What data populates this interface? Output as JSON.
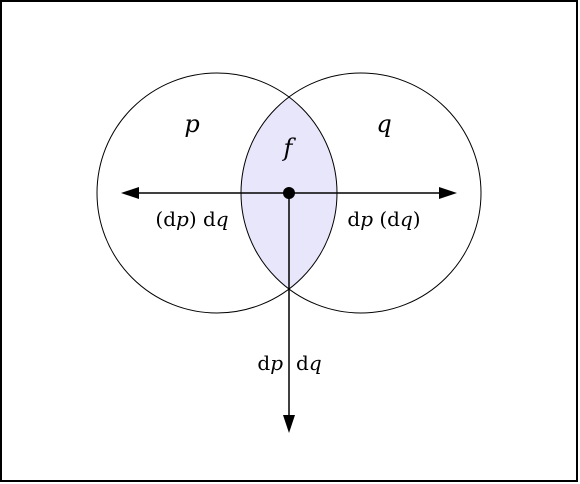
{
  "colors": {
    "frame": "#000000",
    "circle_stroke": "#000000",
    "lens_fill": "#e8e6fb",
    "arrow": "#000000",
    "background": "#ffffff"
  },
  "labels": {
    "p": "p",
    "q": "q",
    "f": "f"
  },
  "arrows": {
    "left": {
      "paren_open": "(d",
      "var1": "p",
      "mid": ") d",
      "var2": "q"
    },
    "right": {
      "d1": "d",
      "var1": "p",
      "mid": " (d",
      "var2": "q",
      "close": ")"
    },
    "down": {
      "d1": "d",
      "var1": "p",
      "d2": "d",
      "var2": "q"
    }
  },
  "icons": {
    "center": "center-dot-icon",
    "left_arrow": "arrowhead-left-icon",
    "right_arrow": "arrowhead-right-icon",
    "down_arrow": "arrowhead-down-icon"
  }
}
